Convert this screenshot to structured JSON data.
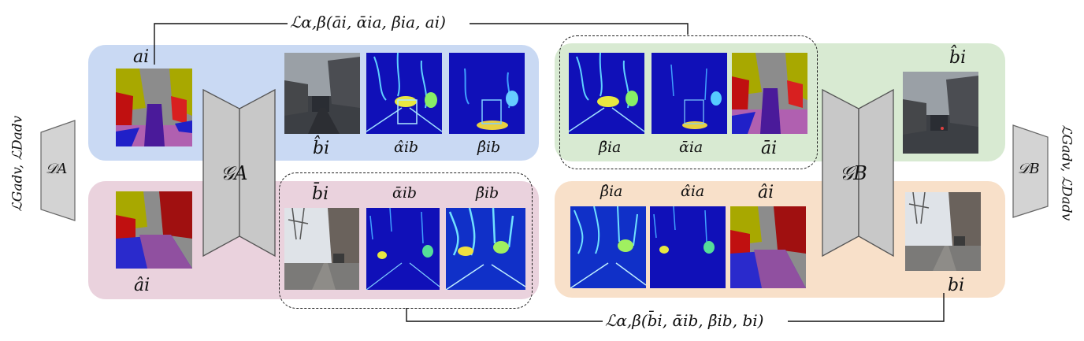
{
  "loss_top": "ℒα,β(āi, ᾱia, β̄ia, ai)",
  "loss_bottom": "ℒα,β(b̄i, ᾱib, β̄ib, bi)",
  "disc_a": {
    "label": "𝒟A",
    "loss": "ℒGadv, ℒDadv"
  },
  "disc_b": {
    "label": "𝒟B",
    "loss": "ℒGadv, ℒDadv"
  },
  "gen_a": "𝒢A",
  "gen_b": "𝒢B",
  "labels": {
    "a_i": "ai",
    "hat_a_i_left": "âi",
    "hat_b_i_top": "b̂i",
    "hat_alpha_b": "α̂ib",
    "hat_beta_b": "β̂ib",
    "bar_b_i": "b̄i",
    "bar_alpha_b": "ᾱib",
    "bar_beta_b": "β̄ib",
    "bar_beta_a": "β̄ia",
    "bar_alpha_a": "ᾱia",
    "bar_a_i": "āi",
    "hat_b_i_right": "b̂i",
    "hat_beta_a": "β̂ia",
    "hat_alpha_a": "α̂ia",
    "hat_a_i_right": "âi",
    "b_i": "bi"
  },
  "colors": {
    "panel_blue": "#c9d9f3",
    "panel_pink": "#ead2dd",
    "panel_green": "#d8ead2",
    "panel_orange": "#f8e0c9",
    "generator_gray": "#c8c8c8",
    "heatmap_blue": "#1010b8"
  }
}
